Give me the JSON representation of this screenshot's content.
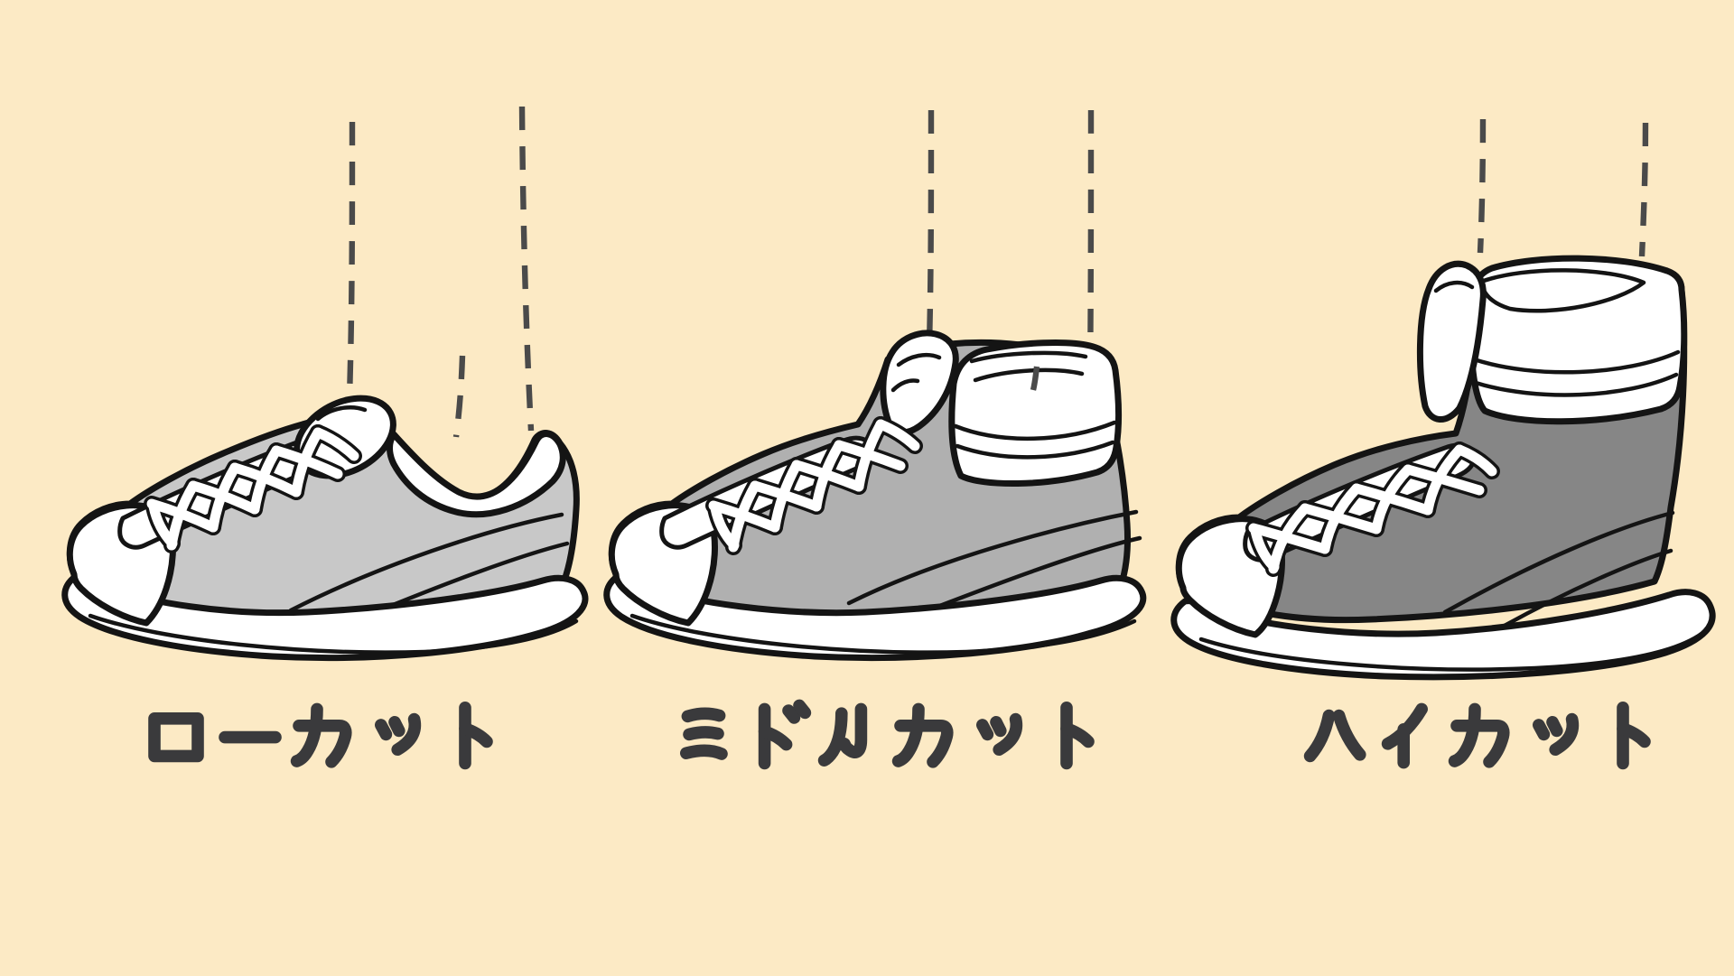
{
  "colors": {
    "bg": "#fceac5",
    "ink": "#141414",
    "paper": "#ffffff",
    "gray-low": "#c8c8c8",
    "gray-mid": "#b0b0b0",
    "gray-high": "#868686",
    "dash": "#4a4a4a",
    "label": "#3a3a3c"
  },
  "labels": [
    {
      "id": "low-cut",
      "text": "ローカット"
    },
    {
      "id": "middle-cut",
      "text": "ミドルカット"
    },
    {
      "id": "high-cut",
      "text": "ハイカット"
    }
  ]
}
